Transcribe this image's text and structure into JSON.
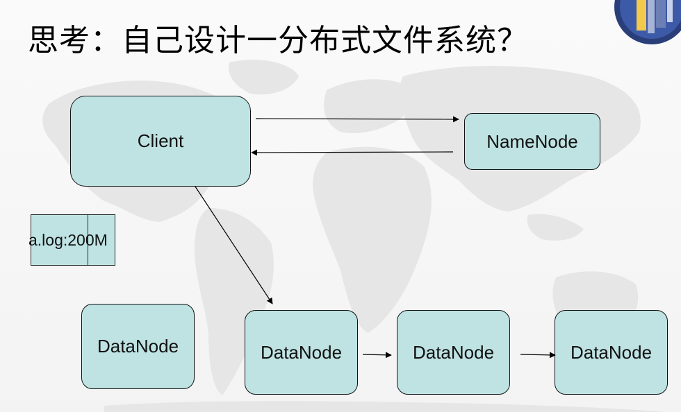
{
  "slide": {
    "title": "思考：自己设计一分布式文件系统？"
  },
  "diagram": {
    "nodes": {
      "client": "Client",
      "namenode": "NameNode",
      "datanode_1": "DataNode",
      "datanode_2": "DataNode",
      "datanode_3": "DataNode",
      "datanode_4": "DataNode"
    },
    "file_label": "a.log:200M",
    "connections": [
      {
        "from": "client",
        "to": "namenode"
      },
      {
        "from": "namenode",
        "to": "client"
      },
      {
        "from": "client",
        "to": "datanode_2"
      },
      {
        "from": "datanode_2",
        "to": "datanode_3"
      },
      {
        "from": "datanode_3",
        "to": "datanode_4"
      }
    ]
  },
  "colors": {
    "node_fill": "#bfe3e3",
    "node_border": "#111111",
    "map_land": "#e9e9e9",
    "background": "#f7f7f7"
  }
}
